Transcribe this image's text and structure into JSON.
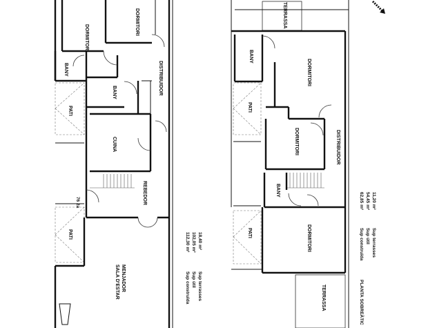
{
  "ground_floor": {
    "rooms": {
      "dormitori_left": "DORMITORI",
      "dormitori_top": "DORMITORI",
      "bany_1": "BANY",
      "bany_2": "BANY",
      "distribuidor": "DISTRIBUIDOR",
      "pati_1": "PATI",
      "pati_2": "PATI",
      "cuina": "CUINA",
      "rebedor": "REBEDOR",
      "sala_line1": "SALA D'ESTAR",
      "sala_line2": "MENJADOR"
    },
    "level_mark": "76 2a",
    "areas": {
      "construida": "Sup construïda",
      "construida_val": "112,30 m²",
      "util": "Sup útil",
      "util_val": "102,05 m²",
      "terrasses": "Sup terrasses",
      "terrasses_val": "18,40 m²"
    }
  },
  "upper_floor": {
    "rooms": {
      "terrassa_top": "TERRASSA",
      "bany_1": "BANY",
      "dormitori_1": "DORMITORI",
      "pati_1": "PATI",
      "dormitori_2": "DORMITORI",
      "distribuidor": "DISTRIBUIDOR",
      "bany_2": "BANY",
      "dormitori_3": "DORMITORI",
      "pati_2": "PATI",
      "terrassa_bottom": "TERRASSA"
    },
    "areas": {
      "construida": "Sup construïda",
      "construida_val": "62,85 m²",
      "util": "Sup útil",
      "util_val": "54,45 m²",
      "terrasses": "Sup terrasses",
      "terrasses_val": "11,20 m²"
    },
    "plan_title": "PLANTA SOBREÀTIC"
  }
}
